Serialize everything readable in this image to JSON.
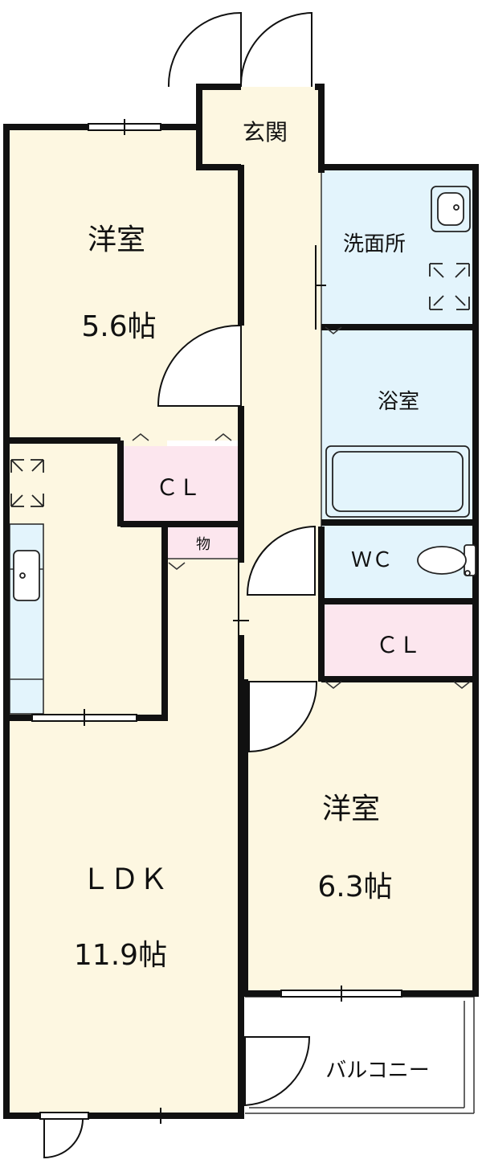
{
  "floorplan": {
    "rooms": {
      "western_room_1": {
        "name": "洋室",
        "size": "5.6帖"
      },
      "western_room_2": {
        "name": "洋室",
        "size": "6.3帖"
      },
      "ldk": {
        "name": "ＬＤＫ",
        "size": "11.9帖"
      },
      "entrance": {
        "name": "玄関"
      },
      "washroom": {
        "name": "洗面所"
      },
      "bathroom": {
        "name": "浴室"
      },
      "wc": {
        "name": "ＷＣ"
      },
      "closet_1": {
        "name": "ＣＬ"
      },
      "closet_2": {
        "name": "ＣＬ"
      },
      "storage": {
        "name": "物"
      },
      "balcony": {
        "name": "バルコニー"
      }
    },
    "colors": {
      "living_fill": "#FDF7E1",
      "wet_area_fill": "#E3F4FC",
      "closet_fill": "#FCE6EE",
      "wall": "#111111"
    }
  }
}
